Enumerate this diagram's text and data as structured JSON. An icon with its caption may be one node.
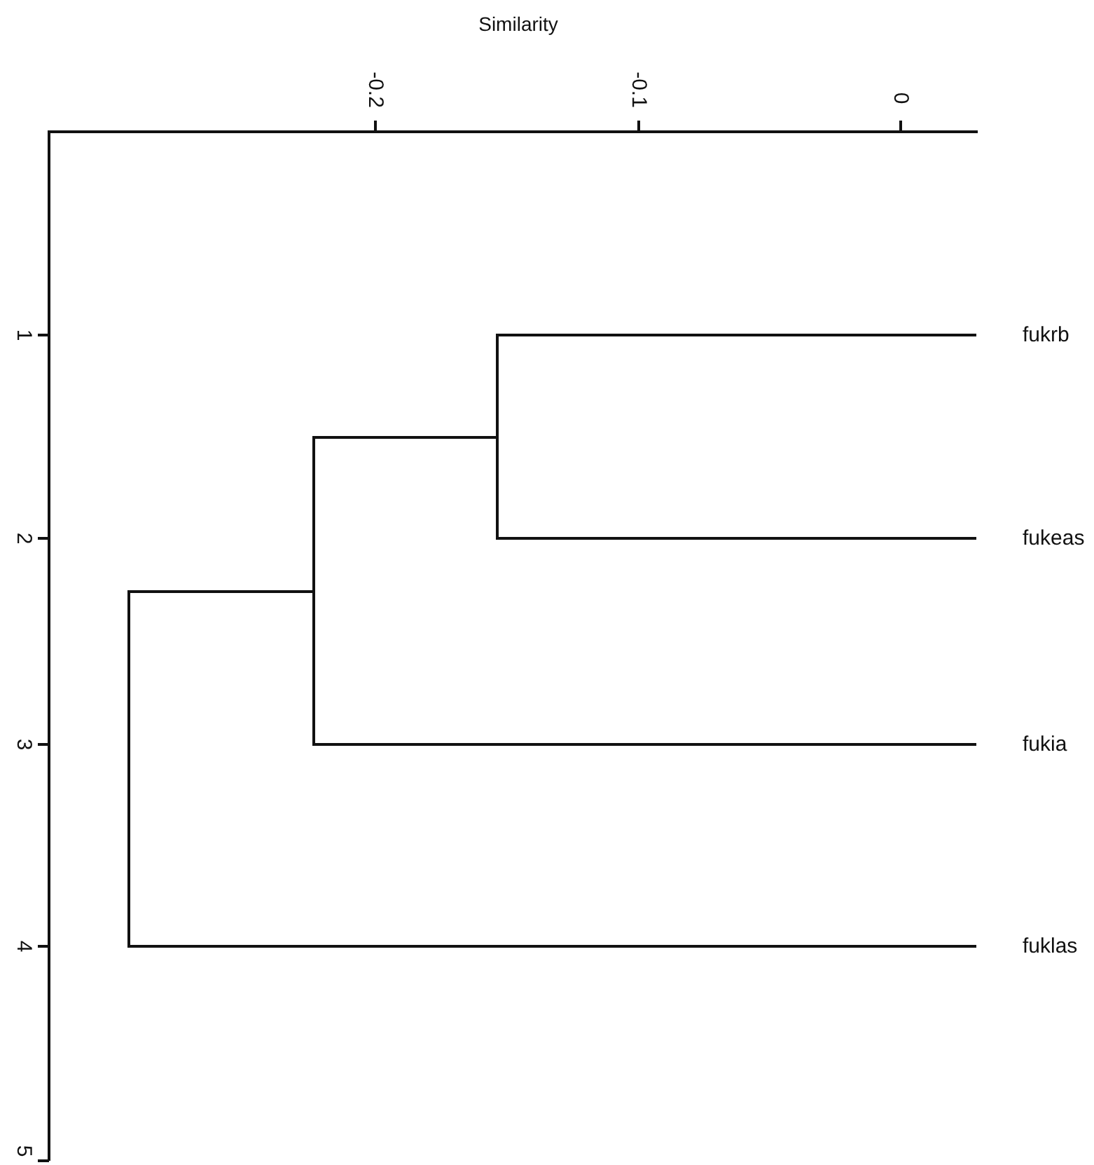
{
  "diagram": {
    "labels": [
      "Similarity",
      "-0.2",
      "-0.1",
      "0",
      "1",
      "fukrb",
      "2",
      "fukeas",
      "3",
      "fukia",
      "4",
      "fuklas",
      "5"
    ]
  }
}
